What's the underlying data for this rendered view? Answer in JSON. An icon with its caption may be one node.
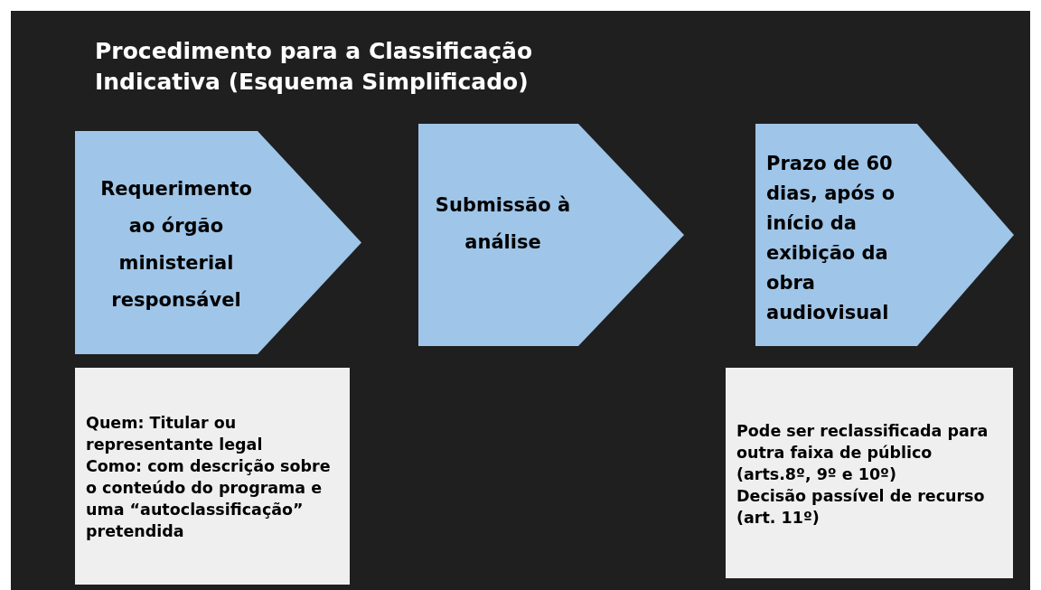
{
  "diagram": {
    "title": "Procedimento para a Classificação Indicativa (Esquema Simplificado)",
    "nodes": [
      {
        "text": [
          "Requerimento ao órgão ministerial responsável"
        ]
      },
      {
        "text": [
          "Submissão à análise"
        ]
      },
      {
        "text": [
          "Prazo de 60 dias, após o início da exibição da obra audiovisual"
        ]
      },
      {
        "text": [
          "Quem: Titular ou representante legal",
          "Como: com descrição sobre o conteúdo do programa e uma “autoclassificação” pretendida"
        ]
      },
      {
        "text": [
          "Pode ser reclassificada para outra faixa de público (arts.8º, 9º e 10º)",
          "Decisão passível de recurso (art. 11º)"
        ]
      }
    ]
  }
}
